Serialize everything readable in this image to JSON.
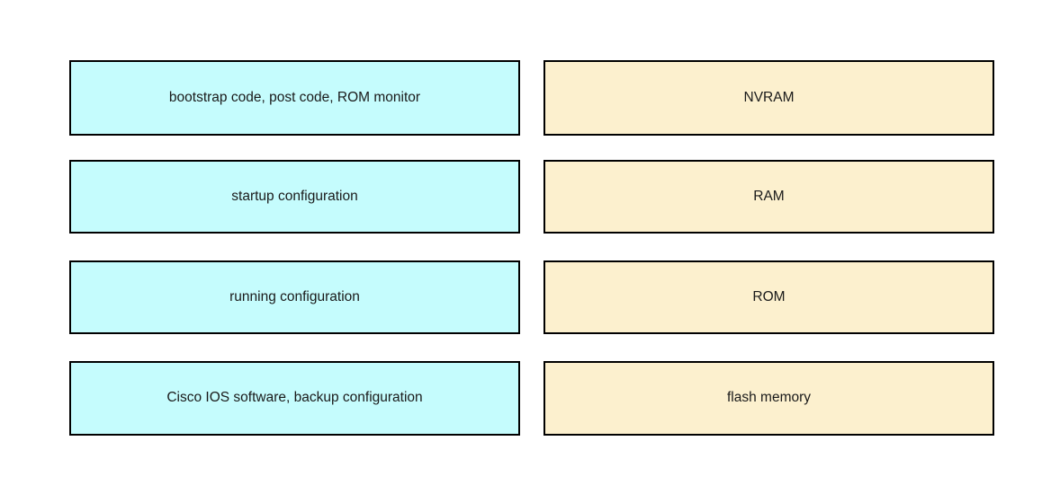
{
  "colors": {
    "background": "#FFFFFF",
    "source_box_fill": "#C5FCFD",
    "target_box_fill": "#FCF0CE",
    "box_border": "#000000",
    "text": "#1A1A1A"
  },
  "rows": [
    {
      "source": "bootstrap code, post code, ROM monitor",
      "target": "NVRAM"
    },
    {
      "source": "startup configuration",
      "target": "RAM"
    },
    {
      "source": "running configuration",
      "target": "ROM"
    },
    {
      "source": "Cisco IOS software, backup configuration",
      "target": "flash memory"
    }
  ]
}
